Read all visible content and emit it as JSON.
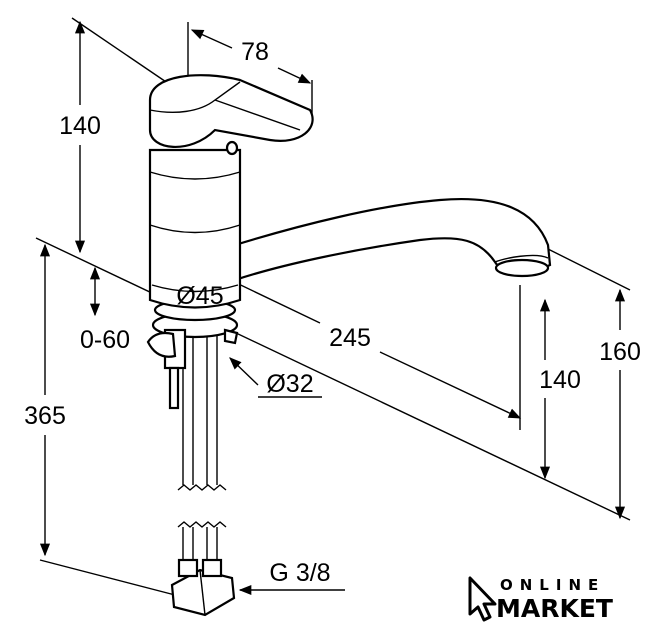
{
  "drawing": {
    "dimensions": {
      "handle_width": "78",
      "body_height": "140",
      "mount_range": "0-60",
      "body_diameter": "Ø45",
      "spout_reach": "245",
      "hole_diameter": "Ø32",
      "hose_length": "365",
      "spout_height": "140",
      "total_height": "160",
      "connection": "G 3/8"
    }
  },
  "logo": {
    "line1": "ONLINE",
    "line2": "MARKET"
  }
}
